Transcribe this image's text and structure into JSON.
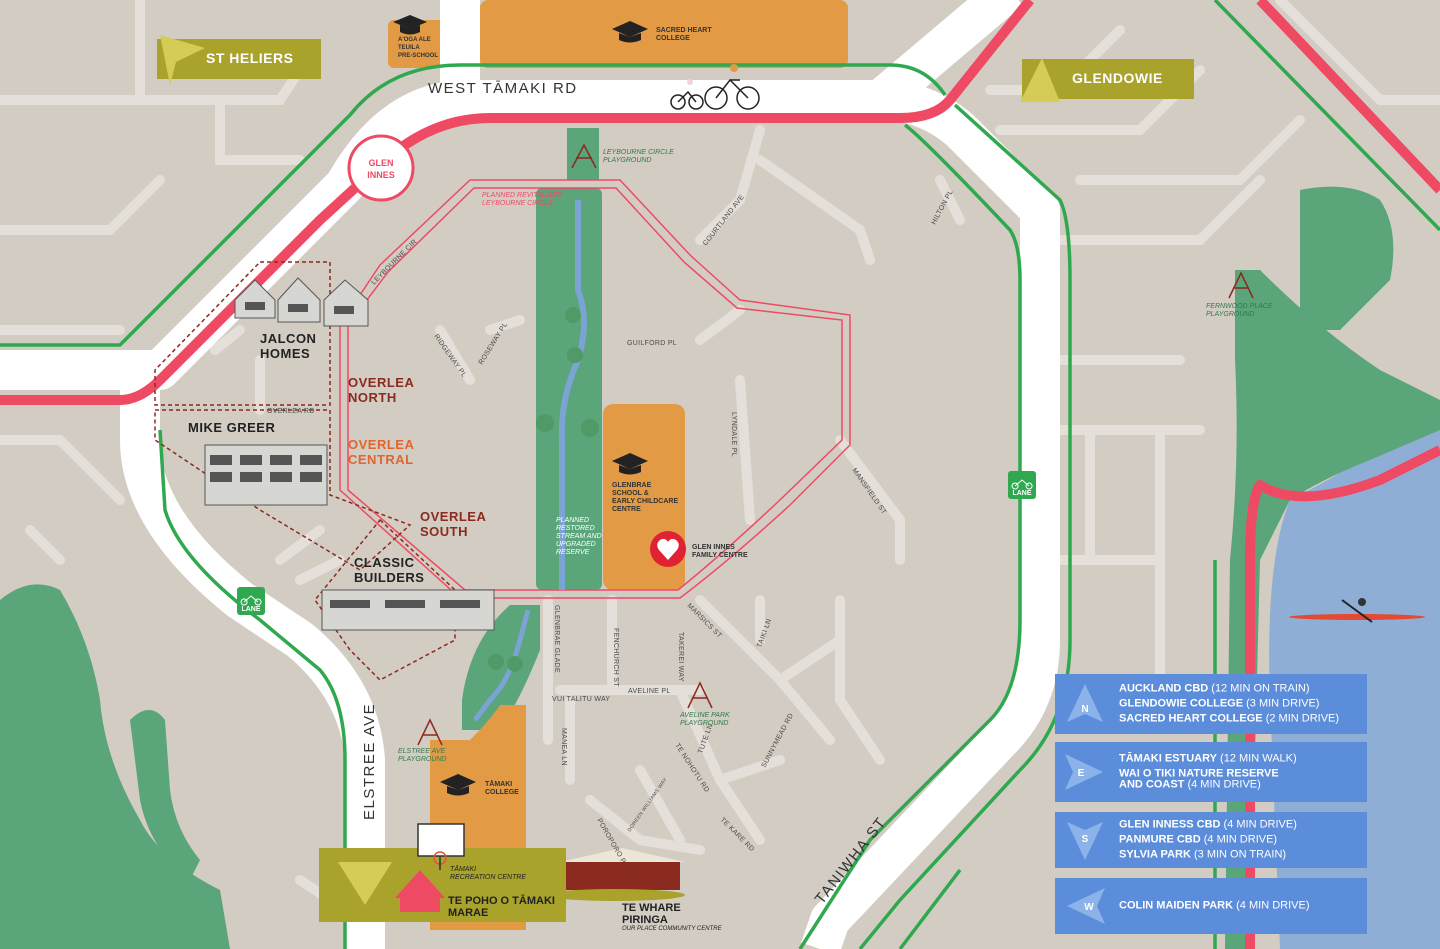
{
  "roads": {
    "west_tamaki": "WEST TĀMAKI RD",
    "elstree": "ELSTREE AVE",
    "taniwha": "TANIWHA ST"
  },
  "streets": {
    "leybourne_cir": "LEYBOURNE CIR",
    "courtland_ave": "COURTLAND AVE",
    "hilton_pl": "HILTON PL",
    "guilford_pl": "GUILFORD PL",
    "ridgeway_pl": "RIDGEWAY PL",
    "roseway_pl": "ROSEWAY PL",
    "lyndale_pl": "LYNDALE PL",
    "mansfield_st": "MANSFIELD ST",
    "overlea_rd": "OVERLEA RD",
    "glenbrae_glade": "GLENBRAE GLADE",
    "fenchurch_st": "FENCHURCH ST",
    "takerei_way": "TAKEREI WAY",
    "marsics_st": "MARSICS ST",
    "taiki_ln": "TAIKI LN",
    "aveline_pl": "AVELINE PL",
    "vui_talitu_way": "VUI TALITU WAY",
    "manea_ln": "MANEA LN",
    "tute_ln": "TUTE LN",
    "sunnymead_rd": "SUNNYMEAD RD",
    "te_nohotu_rd": "TE NOHOTU RD",
    "te_kare_rd": "TE KARE RD",
    "poroporo_pl": "POROPORO PL",
    "doreen_williams_way": "DOREEN WILLIAMS WAY"
  },
  "suburbs": {
    "st_heliers": "ST HELIERS",
    "glendowie": "GLENDOWIE",
    "glen_innes": [
      "GLEN",
      "INNES"
    ]
  },
  "schools": {
    "aoga": [
      "A'OGA ALE",
      "TEUILA",
      "PRE-SCHOOL"
    ],
    "sacred_heart": [
      "SACRED HEART",
      "COLLEGE"
    ],
    "glenbrae": [
      "GLENBRAE",
      "SCHOOL &",
      "EARLY CHILDCARE",
      "CENTRE"
    ],
    "tamaki_college": [
      "TĀMAKI",
      "COLLEGE"
    ]
  },
  "playgrounds": {
    "leybourne": [
      "LEYBOURNE CIRCLE",
      "PLAYGROUND"
    ],
    "fernwood": [
      "FERNWOOD PLACE",
      "PLAYGROUND"
    ],
    "aveline": [
      "AVELINE PARK",
      "PLAYGROUND"
    ],
    "elstree": [
      "ELSTREE AVE",
      "PLAYGROUND"
    ]
  },
  "annotations": {
    "leybourne_plan": [
      "PLANNED REVITALISED",
      "LEYBOURNE CIRCLE"
    ],
    "stream": [
      "PLANNED",
      "RESTORED",
      "STREAM AND",
      "UPGRADED",
      "RESERVE"
    ],
    "family_centre": [
      "GLEN INNES",
      "FAMILY CENTRE"
    ],
    "rec_centre": [
      "TĀMAKI",
      "RECREATION CENTRE"
    ],
    "marae": [
      "TE POHO O TĀMAKI",
      "MARAE"
    ],
    "whare": [
      "TE WHARE",
      "PIRINGA"
    ],
    "whare_sub": "OUR PLACE COMMUNITY CENTRE"
  },
  "developers": {
    "jalcon": [
      "JALCON",
      "HOMES"
    ],
    "mike_greer": "MIKE GREER",
    "classic": [
      "CLASSIC",
      "BUILDERS"
    ]
  },
  "zones": {
    "north": [
      "OVERLEA",
      "NORTH"
    ],
    "central": [
      "OVERLEA",
      "CENTRAL"
    ],
    "south": [
      "OVERLEA",
      "SOUTH"
    ]
  },
  "bike_lane": "LANE",
  "legend": [
    {
      "dir": "N",
      "items": [
        {
          "name": "AUCKLAND CBD",
          "detail": "(12 MIN ON TRAIN)"
        },
        {
          "name": "GLENDOWIE COLLEGE",
          "detail": "(3 MIN DRIVE)"
        },
        {
          "name": "SACRED HEART COLLEGE",
          "detail": "(2 MIN DRIVE)"
        }
      ]
    },
    {
      "dir": "E",
      "items": [
        {
          "name": "TĀMAKI ESTUARY",
          "detail": "(12 MIN WALK)"
        },
        {
          "name": "WAI O TIKI NATURE RESERVE",
          "detail": ""
        },
        {
          "name": "AND COAST",
          "detail": "(4 MIN DRIVE)"
        }
      ]
    },
    {
      "dir": "S",
      "items": [
        {
          "name": "GLEN INNESS CBD",
          "detail": "(4 MIN DRIVE)"
        },
        {
          "name": "PANMURE CBD",
          "detail": "(4 MIN DRIVE)"
        },
        {
          "name": "SYLVIA PARK",
          "detail": "(3 MIN ON TRAIN)"
        }
      ]
    },
    {
      "dir": "W",
      "items": [
        {
          "name": "COLIN MAIDEN PARK",
          "detail": "(4 MIN DRIVE)"
        }
      ]
    }
  ],
  "colors": {
    "ground": "#d3ccc2",
    "road": "#ffffff",
    "minor_road": "#e4dfd8",
    "green": "#5aa57a",
    "orange": "#e29a45",
    "red": "#ef4a64",
    "olive": "#a9a22b",
    "water": "#8eaed6",
    "legend": "#5b8ddb",
    "bike_green": "#2fa84f"
  }
}
